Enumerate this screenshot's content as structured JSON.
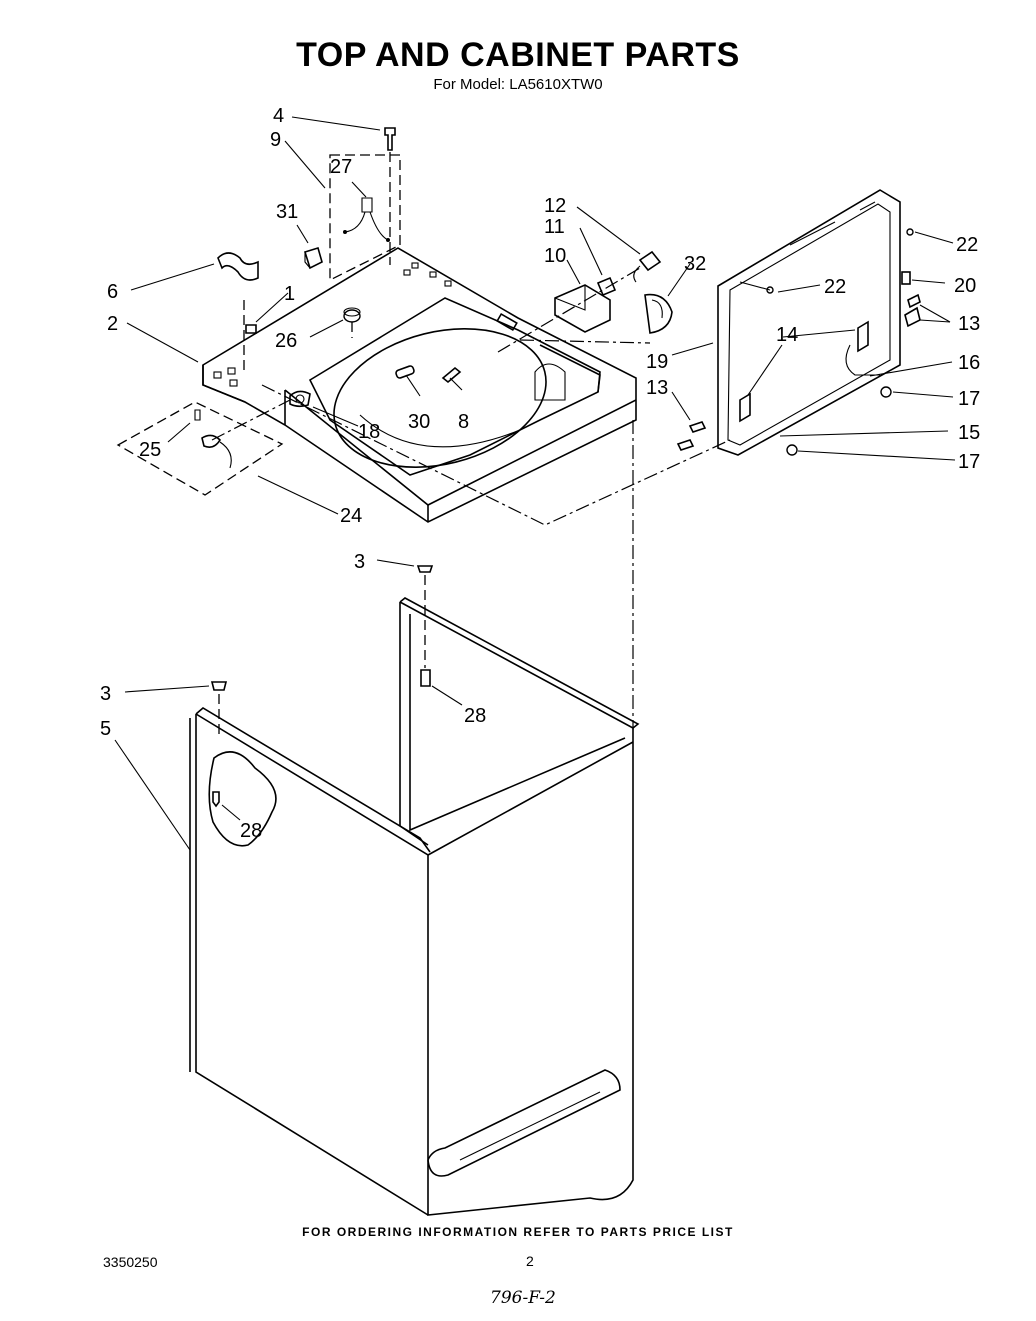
{
  "header": {
    "title": "TOP AND CABINET PARTS",
    "model_line": "For Model: LA5610XTW0"
  },
  "footer": {
    "ordering_note": "FOR ORDERING INFORMATION REFER TO PARTS PRICE LIST",
    "document_number": "3350250",
    "page_number": "2",
    "handwritten_ref": "796-F-2"
  },
  "callouts": {
    "c4": "4",
    "c9": "9",
    "c27": "27",
    "c31": "31",
    "c6": "6",
    "c1": "1",
    "c2": "2",
    "c26": "26",
    "c25": "25",
    "c24": "24",
    "c18": "18",
    "c30": "30",
    "c8": "8",
    "c12": "12",
    "c11": "11",
    "c10": "10",
    "c32": "32",
    "c19": "19",
    "c13a": "13",
    "c13b": "13",
    "c14": "14",
    "c22a": "22",
    "c22b": "22",
    "c20": "20",
    "c16": "16",
    "c17a": "17",
    "c17b": "17",
    "c15": "15",
    "c3a": "3",
    "c3b": "3",
    "c5": "5",
    "c28a": "28",
    "c28b": "28"
  }
}
